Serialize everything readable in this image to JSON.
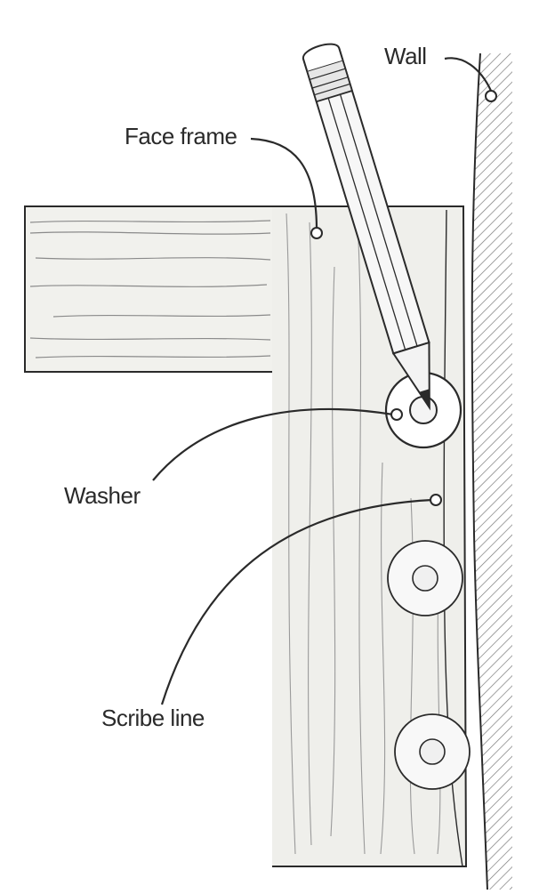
{
  "labels": {
    "wall": "Wall",
    "face_frame": "Face frame",
    "washer": "Washer",
    "scribe_line": "Scribe line"
  },
  "colors": {
    "ink": "#2a2a2a",
    "wood_fill": "#eeeeea",
    "wall_fill": "#f4f4f4",
    "washer_fill": "#ffffff",
    "pencil_fill": "#f7f7f7"
  }
}
